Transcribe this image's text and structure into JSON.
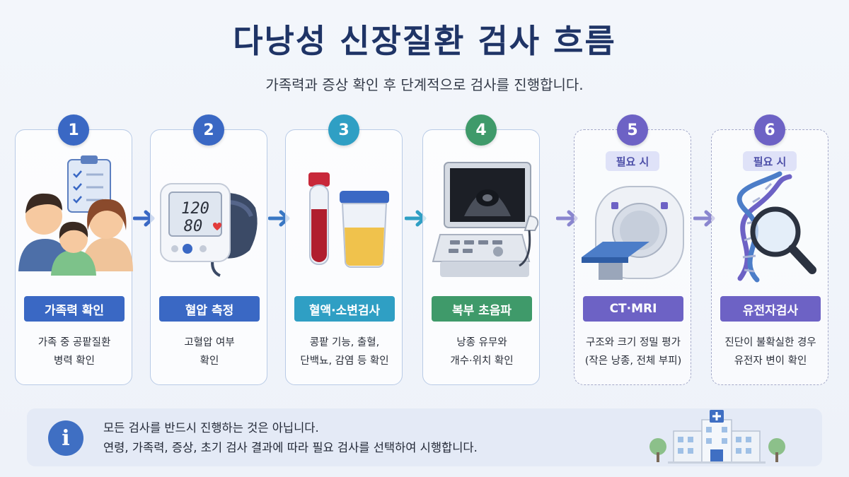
{
  "header": {
    "title": "다낭성 신장질환 검사 흐름",
    "subtitle": "가족력과 증상 확인 후 단계적으로 검사를 진행합니다."
  },
  "steps": [
    {
      "number": "1",
      "label": "가족력 확인",
      "desc_line1": "가족 중 공팥질환",
      "desc_line2": "병력 확인",
      "color": "#3a68c4",
      "icon": "family-icon"
    },
    {
      "number": "2",
      "label": "혈압 측정",
      "desc_line1": "고혈압 여부",
      "desc_line2": "확인",
      "color": "#3a68c4",
      "icon": "blood-pressure-monitor-icon",
      "bp_top": "120",
      "bp_bottom": "80"
    },
    {
      "number": "3",
      "label": "혈액·소변검사",
      "desc_line1": "콩팥 기능, 출혈,",
      "desc_line2": "단백뇨, 감염 등 확인",
      "color": "#2f9fc4",
      "icon": "test-tubes-icon"
    },
    {
      "number": "4",
      "label": "복부 초음파",
      "desc_line1": "낭종 유무와",
      "desc_line2": "개수·위치 확인",
      "color": "#3f9a6a",
      "icon": "ultrasound-machine-icon"
    },
    {
      "number": "5",
      "label": "CT·MRI",
      "badge": "필요 시",
      "desc_line1": "구조와 크기 정밀 평가",
      "desc_line2": "(작은 낭종, 전체 부피)",
      "color": "#6d62c5",
      "icon": "ct-scanner-icon"
    },
    {
      "number": "6",
      "label": "유전자검사",
      "badge": "필요 시",
      "desc_line1": "진단이 불확실한 경우",
      "desc_line2": "유전자 변이 확인",
      "color": "#6d62c5",
      "icon": "dna-magnifier-icon"
    }
  ],
  "note": {
    "icon": "info-icon",
    "info_glyph": "i",
    "line1": "모든 검사를 반드시 진행하는 것은 아닙니다.",
    "line2": "연령, 가족력, 증상, 초기 검사 결과에 따라 필요 검사를 선택하여 시행합니다.",
    "illustration": "hospital-icon"
  },
  "colors": {
    "title": "#1f3466",
    "blue": "#3a68c4",
    "teal": "#2f9fc4",
    "green": "#3f9a6a",
    "purple": "#6d62c5"
  }
}
